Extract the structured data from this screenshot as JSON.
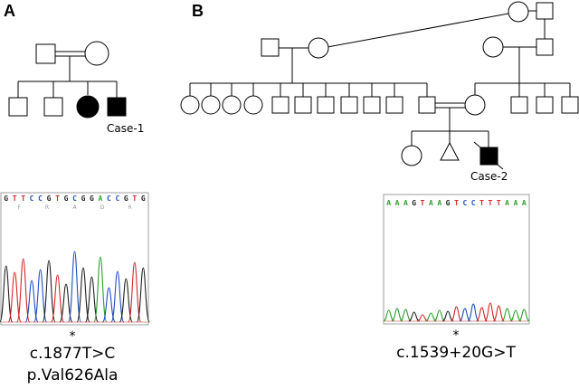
{
  "panels": {
    "a": {
      "label": "A",
      "proband": "Case-1",
      "sequence": [
        "G",
        "T",
        "T",
        "C",
        "C",
        "G",
        "T",
        "G",
        "C",
        "G",
        "G",
        "A",
        "C",
        "C",
        "G",
        "T",
        "G"
      ],
      "amino_acids": [
        "F",
        "R",
        "A",
        "D",
        "R"
      ],
      "mutation_marker": "*",
      "cdna_change": "c.1877T>C",
      "protein_change": "p.Val626Ala"
    },
    "b": {
      "label": "B",
      "proband": "Case-2",
      "sequence": [
        "A",
        "A",
        "A",
        "G",
        "T",
        "A",
        "A",
        "G",
        "T",
        "C",
        "C",
        "T",
        "T",
        "T",
        "A",
        "A",
        "A"
      ],
      "mutation_marker": "*",
      "cdna_change": "c.1539+20G>T"
    }
  },
  "base_colors": {
    "A": "#2ca02c",
    "C": "#1f4fbf",
    "G": "#222222",
    "T": "#d62728"
  }
}
